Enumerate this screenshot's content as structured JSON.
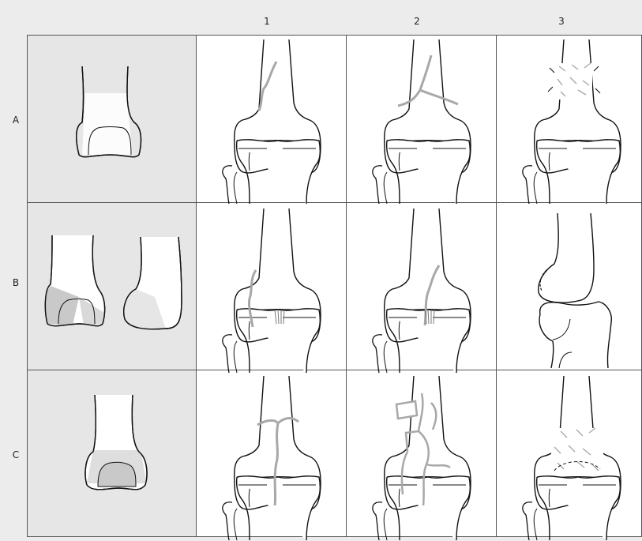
{
  "column_labels": [
    "1",
    "2",
    "3"
  ],
  "row_labels": [
    "A",
    "B",
    "C"
  ],
  "colors": {
    "page_background": "#ececec",
    "header_background": "#ececec",
    "cell_background": "#ffffff",
    "reference_cell_background": "#e6e6e6",
    "grid_line": "#555555",
    "bone_outline": "#111111",
    "fracture_line": "#a8a8a8",
    "shaded_region": "#c9c9c9"
  },
  "grid": {
    "rows": 3,
    "columns": 4
  }
}
